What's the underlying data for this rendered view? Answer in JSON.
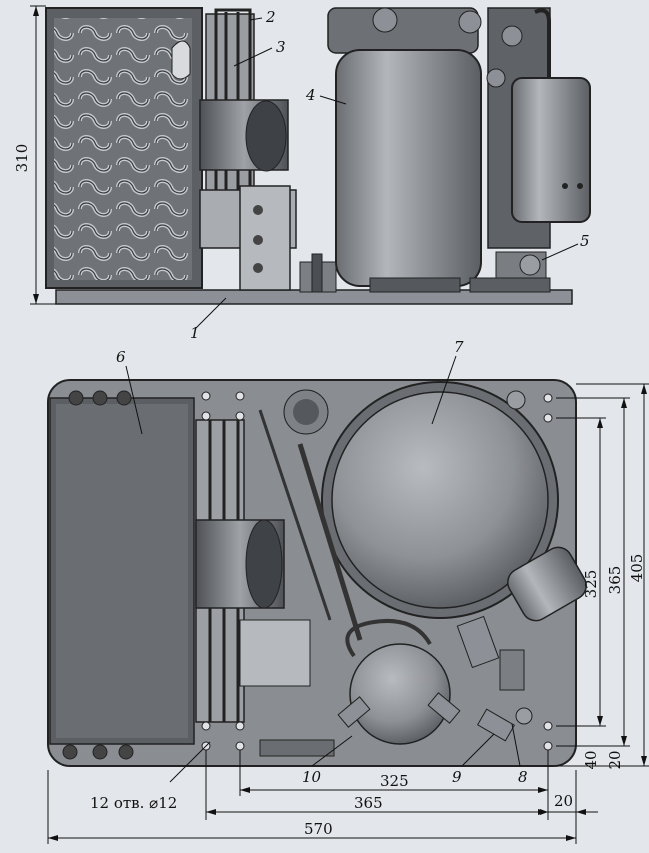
{
  "top_view": {
    "callouts": [
      "1",
      "2",
      "3",
      "4",
      "5"
    ],
    "height_dimension": "310"
  },
  "bottom_view": {
    "callouts": [
      "6",
      "7",
      "8",
      "9",
      "10"
    ],
    "dimensions": {
      "horizontal_inner": "325",
      "horizontal_middle": "365",
      "horizontal_offset": "20",
      "horizontal_total": "570",
      "vertical_inner": "325",
      "vertical_middle": "365",
      "vertical_total": "405",
      "vertical_offset_a": "40",
      "vertical_offset_b": "20"
    },
    "holes_note": "12 отв. ⌀12"
  },
  "colors": {
    "paper": "#e3e6ea",
    "metal_dark": "#5a5d62",
    "metal_mid": "#8d9096",
    "metal_light": "#b9bcc1",
    "ink": "#111111"
  }
}
